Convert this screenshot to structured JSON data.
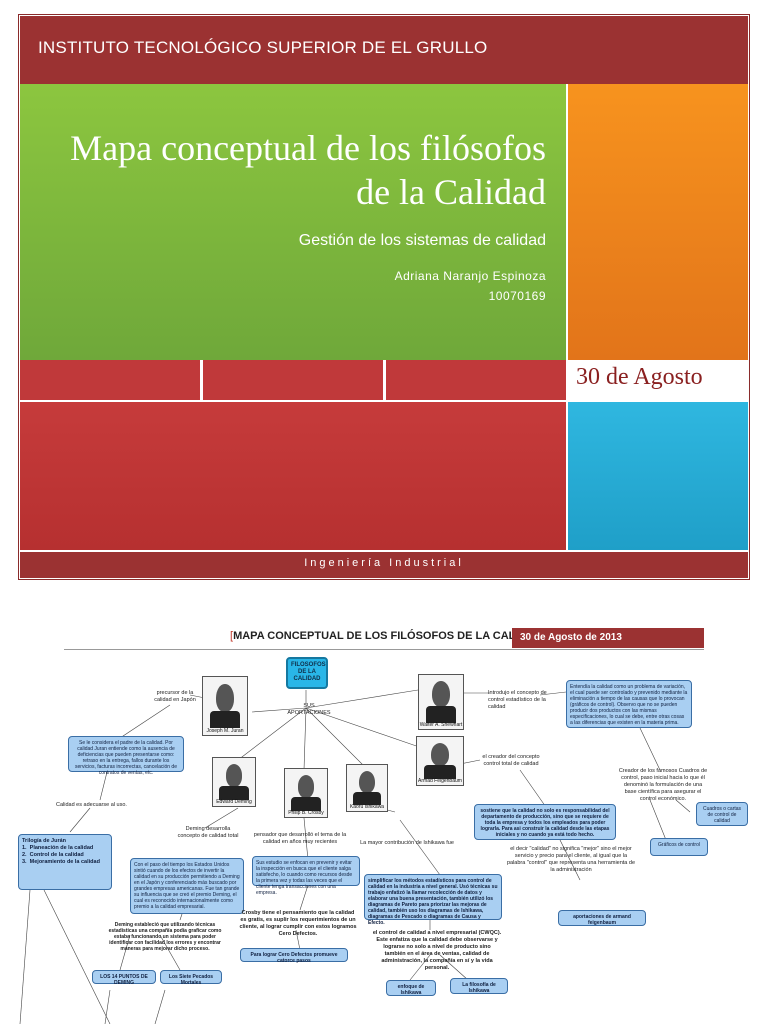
{
  "cover": {
    "institute": "INSTITUTO TECNOLÓGICO SUPERIOR DE EL GRULLO",
    "title_line1": "Mapa conceptual de los filósofos",
    "title_line2": "de la Calidad",
    "subtitle": "Gestión de los sistemas de calidad",
    "author": "Adriana Naranjo Espinoza",
    "student_id": "10070169",
    "date": "30 de Agosto",
    "career": "Ingeniería Industrial",
    "colors": {
      "maroon": "#9b3232",
      "green": "#8cc63f",
      "orange": "#f7931e",
      "red": "#c0393a",
      "cyan": "#2fb7e0"
    }
  },
  "map": {
    "header_title": "MAPA CONCEPTUAL DE LOS FILÓSOFOS DE LA CALIDAD",
    "header_date": "30 de Agosto de 2013",
    "root": "FILOSOFOS DE LA CALIDAD",
    "sus_aportaciones": "SUS APORTACIONES",
    "philosophers": {
      "juran": "Joseph M. Juran",
      "shewhart": "Walter A. Shewhart",
      "deming": "Edward Deming",
      "crosby": "Philip B. Crosby",
      "ishikawa": "Kaoru Ishikawa",
      "feigenbaum": "Armad Feigenbaum"
    },
    "labels": {
      "precursor": "precursor de la calidad en Japón",
      "shewhart_intro": "Introdujo el concepto de control estadístico de la calidad",
      "feigenbaum_creator": "el creador del concepto control total de calidad",
      "calidad_uso": "Calidad es adecuarse al uso.",
      "deming_concept": "Deming desarrolla concepto de calidad total",
      "crosby_think": "pensador que desarrolló el tema de la calidad en años muy recientes",
      "ishikawa_contrib": "La mayor contribución de Ishikawa fue",
      "mejor": "el decir \"calidad\" no significa \"mejor\" sino el mejor servicio y precio para el cliente, al igual que la palabra \"control\" que representa una herramienta de la administración",
      "creador_cuadros": "Creador de los famosos Cuadros de control, paso inicial hacia lo que él denominó la formulación de una base científica para asegurar el control económico."
    },
    "boxes": {
      "juran_def": "Se le considera el padre de la calidad. Por calidad Juran entiende como la ausencia de deficiencias que pueden presentarse como: retraso en la entrega, fallos durante los servicios, facturas incorrectas, cancelación de contratos de ventas, etc.",
      "trilogia_title": "Trilogía de Jurán",
      "trilogia_items": [
        "Planeación de la calidad",
        "Control de la calidad",
        "Mejoramiento de la calidad"
      ],
      "deming_text": "Con el paso del tiempo los Estados Unidos sintió cuando de los efectos de invertir la calidad en su producción permitiendo a Deming en el Japón y conferenciado más buscado por grandes empresas americanas. Fue tan grande su influencia que se creó el premio Deming, el cual es reconocido internacionalmente como premio a la calidad empresarial.",
      "deming_stats": "Deming estableció que utilizando técnicas estadísticas una compañía podía graficar como estaba funcionando un sistema para poder identificar con facilidad los errores y encontrar maneras para mejorar dicho proceso.",
      "deming_14": "LOS 14 PUNTOS DE DEMING",
      "deming_7": "Los Siete Pecados Mortales",
      "crosby_text": "Sus estudio se enfocan en prevenir y evitar la inspección en busca que el cliente salga satisfecho, lo cuando como recursos desde la primera vez y todas las veces que el cliente tenga transacciones con una empresa.",
      "crosby_cero": "Crosby tiene el pensamiento que la calidad es gratis, es suplir los requerimientos de un cliente, al lograr cumplir con estos logramos Cero Defectos.",
      "crosby_pasos": "Para lograr Cero Defectos promueve catorce pasos",
      "ishikawa_text": "simplificar los métodos estadísticos para control de calidad en la industria a nivel general. Usó técnicas su trabajo enfatizó la llamar recolección de datos y elaborar una buena presentación, también utilizó los diagramas de Pareto para priorizar las mejoras de calidad, también uso los diagramas de Ishikawa, diagramas de Pescado o diagramas de Causa y Efecto.",
      "ishikawa_cwqc": "el control de calidad a nivel empresarial (CWQC). Este enfatiza que la calidad debe observarse y lograrse no solo a nivel de producto sino también en el área de ventas, calidad de administración, la compañía en sí y la vida personal.",
      "enfoque_ishikawa": "enfoque de Ishikawa",
      "filosofia_ishikawa": "La filosofía de Ishikawa",
      "feigenbaum_text": "sostiene que la calidad no solo es responsabilidad del departamento de producción, sino que se requiere de toda la empresa y todos los empleados para poder lograrla. Para asi construir la calidad desde las etapas iniciales y no cuando ya está todo hecho.",
      "feigenbaum_aport": "aportaciones de armand feigenbaum",
      "shewhart_text": "Entendía la calidad como un problema de variación, el cual puede ser controlado y prevenido mediante la eliminación a tiempo de las causas que lo provocan (gráficos de control). Observo que no se pueden producir dos productos con las mismas especificaciones, lo cual se debe, entre otras cosas a las diferencias que existen en la materia prima.",
      "cuadros_control": "Cuadros o cartas de control de calidad",
      "graficos_control": "Gráficos de control"
    }
  }
}
